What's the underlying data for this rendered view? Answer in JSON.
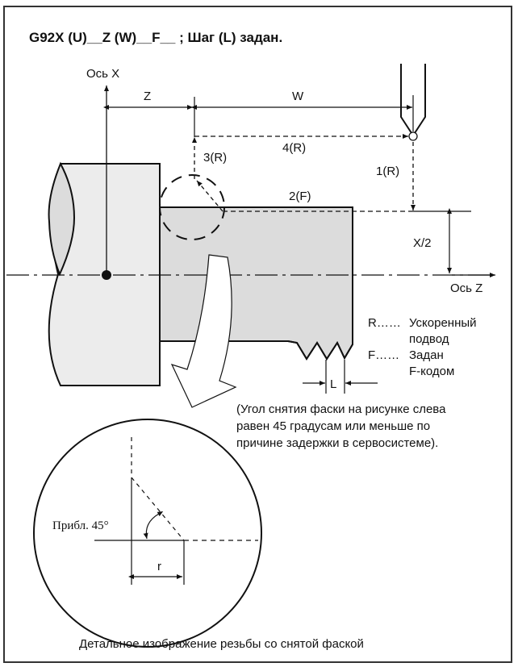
{
  "title": "G92X (U)__Z (W)__F__ ; Шаг (L) задан.",
  "axes": {
    "x_axis_label": "Ось X",
    "z_axis_label": "Ось Z"
  },
  "dimensions": {
    "z": "Z",
    "w": "W",
    "x_half": "X/2",
    "pitch": "L",
    "radius": "r"
  },
  "path_steps": [
    {
      "label": "1(R)"
    },
    {
      "label": "2(F)"
    },
    {
      "label": "3(R)"
    },
    {
      "label": "4(R)"
    }
  ],
  "legend": [
    {
      "key": "R……",
      "text1": "Ускоренный",
      "text2": "подвод"
    },
    {
      "key": "F……",
      "text1": "Задан",
      "text2": "F-кодом"
    }
  ],
  "note": {
    "line1": "(Угол снятия фаски на рисунке слева",
    "line2": "равен 45 градусам или меньше по",
    "line3": "причине задержки в сервосистеме)."
  },
  "detail": {
    "angle_label": "Прибл. 45°",
    "caption": "Детальное изображение резьбы со снятой фаской"
  },
  "colors": {
    "line": "#111111",
    "chuck_fill": "#ececec",
    "part_fill": "#dcdcdc",
    "frame": "#333333"
  }
}
